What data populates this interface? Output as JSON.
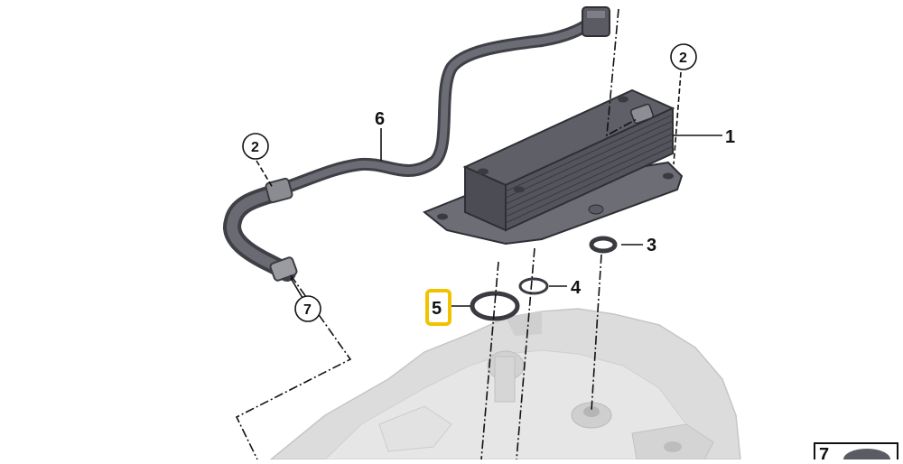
{
  "diagram": {
    "callouts": {
      "c1": "1",
      "c2a": "2",
      "c2b": "2",
      "c3": "3",
      "c4": "4",
      "c5": "5",
      "c6": "6",
      "c7": "7",
      "c7_corner": "7"
    },
    "colors": {
      "highlight_box": "#f2c200",
      "part_dark": "#55565d",
      "part_mid": "#6d6e75",
      "engine_block": "#d9d9d9",
      "leader_line": "#111111"
    }
  }
}
